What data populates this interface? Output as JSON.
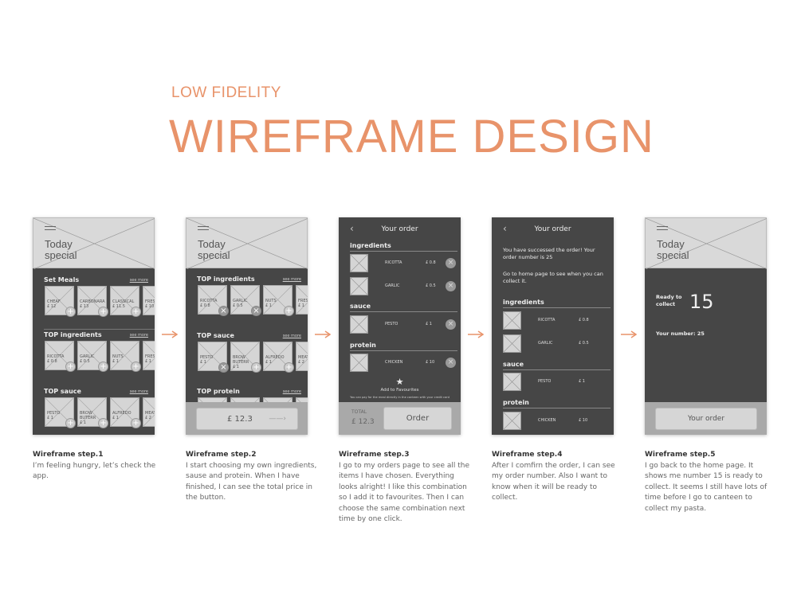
{
  "header": {
    "subtitle": "LOW FIDELITY",
    "title": "WIREFRAME DESIGN",
    "accent": "#E8936A"
  },
  "screen1": {
    "hero": "Today special",
    "sections": [
      {
        "title": "Set Meals",
        "see_more": "see more",
        "items": [
          {
            "name": "CHEAF",
            "price": "£ 12"
          },
          {
            "name": "CARBONARA",
            "price": "£ 13"
          },
          {
            "name": "CLASSICAL",
            "price": "£ 11.5"
          },
          {
            "name": "FRESH",
            "price": "£ 10"
          }
        ]
      },
      {
        "title": "TOP ingredients",
        "see_more": "see more",
        "items": [
          {
            "name": "RICOTTA",
            "price": "£ 0.8"
          },
          {
            "name": "GARLIC",
            "price": "£ 0.5"
          },
          {
            "name": "NUTS",
            "price": "£ 1"
          },
          {
            "name": "FRESH",
            "price": "£ 1"
          }
        ]
      },
      {
        "title": "TOP sauce",
        "see_more": "see more",
        "items": [
          {
            "name": "PESTO",
            "price": "£ 1"
          },
          {
            "name": "BROW BUTERR",
            "price": "£ 1"
          },
          {
            "name": "ALFREDO",
            "price": "£ 1"
          },
          {
            "name": "MEAT",
            "price": "£ 2"
          }
        ]
      }
    ]
  },
  "screen2": {
    "hero": "Today special",
    "sections": [
      {
        "title": "TOP ingredients",
        "see_more": "see more",
        "items": [
          {
            "name": "RICOTTA",
            "price": "£ 0.8",
            "selected": true
          },
          {
            "name": "GARLIC",
            "price": "£ 0.5",
            "selected": true
          },
          {
            "name": "NUTS",
            "price": "£ 1"
          },
          {
            "name": "FRESH",
            "price": "£ 1"
          }
        ]
      },
      {
        "title": "TOP sauce",
        "see_more": "see more",
        "items": [
          {
            "name": "PESTO",
            "price": "£ 1",
            "selected": true
          },
          {
            "name": "BROW BUTERR",
            "price": "£ 1"
          },
          {
            "name": "ALFREDO",
            "price": "£ 1"
          },
          {
            "name": "MEAT",
            "price": "£ 2"
          }
        ]
      },
      {
        "title": "TOP protein",
        "see_more": "see more",
        "items": [
          {
            "name": "",
            "price": ""
          },
          {
            "name": "",
            "price": ""
          },
          {
            "name": "",
            "price": ""
          },
          {
            "name": "",
            "price": ""
          }
        ]
      }
    ],
    "total_button": "£ 12.3"
  },
  "screen3": {
    "title": "Your order",
    "groups": [
      {
        "title": "ingredients",
        "rows": [
          {
            "name": "RICOTTA",
            "price": "£ 0.8"
          },
          {
            "name": "GARLIC",
            "price": "£ 0.5"
          }
        ]
      },
      {
        "title": "sauce",
        "rows": [
          {
            "name": "PESTO",
            "price": "£ 1"
          }
        ]
      },
      {
        "title": "protein",
        "rows": [
          {
            "name": "CHICKEN",
            "price": "£ 10"
          }
        ]
      }
    ],
    "favourites": "Add to Favourites",
    "note": "You can pay for the meal directly in the canteen with your credit card",
    "total_label": "TOTAL",
    "total": "£ 12.3",
    "order_button": "Order"
  },
  "screen4": {
    "title": "Your order",
    "msg1": "You have successed the order! Your order number is 25",
    "msg2": "Go to home page to see when you can collect it.",
    "groups": [
      {
        "title": "ingredients",
        "rows": [
          {
            "name": "RICOTTA",
            "price": "£ 0.8"
          },
          {
            "name": "GARLIC",
            "price": "£ 0.5"
          }
        ]
      },
      {
        "title": "sauce",
        "rows": [
          {
            "name": "PESTO",
            "price": "£ 1"
          }
        ]
      },
      {
        "title": "protein",
        "rows": [
          {
            "name": "CHICKEN",
            "price": "£ 10"
          }
        ]
      }
    ]
  },
  "screen5": {
    "hero": "Today special",
    "ready_label": "Ready to collect",
    "ready_number": "15",
    "your_number": "Your number: 25",
    "button": "Your order"
  },
  "captions": [
    {
      "title": "Wireframe step.1",
      "text": "I’m feeling hungry, let’s check the app."
    },
    {
      "title": "Wireframe step.2",
      "text": "I start choosing my own ingredients, sause and protein. When I have finished, I can see the total price in the button."
    },
    {
      "title": "Wireframe step.3",
      "text": "I go to my orders page to see all the items I have chosen. Everything looks alright! I like this combination so I add it to favourites. Then I can choose the same combination next time by one click."
    },
    {
      "title": "Wireframe step.4",
      "text": "After I comfirn the order, I can see my order number. Also I want to know when it will be ready to collect."
    },
    {
      "title": "Wireframe step.5",
      "text": "I go back to the home page. It shows me number 15 is ready to collect. It seems I still have lots of time before I go to canteen to collect my pasta."
    }
  ]
}
